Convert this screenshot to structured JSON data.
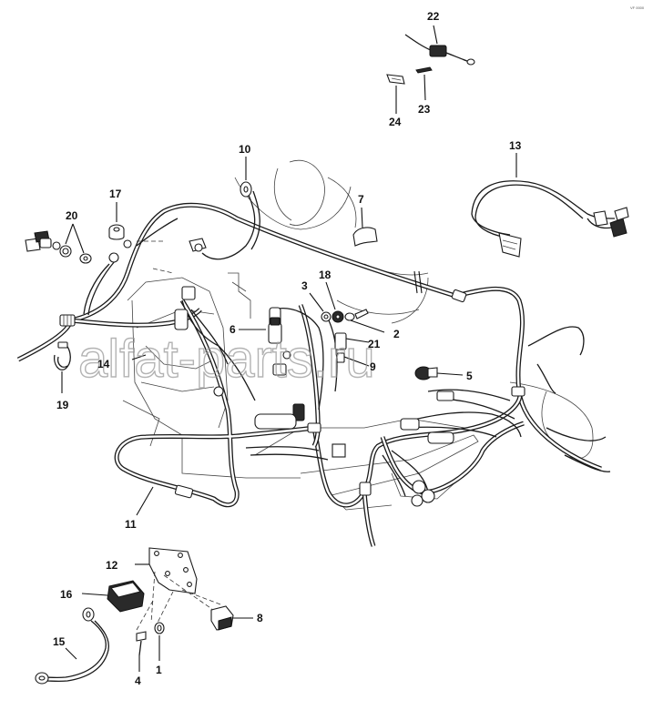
{
  "diagram": {
    "corner_code": "VF 0000",
    "watermark": "alfat-parts.ru",
    "callouts": {
      "c1": "1",
      "c2": "2",
      "c3": "3",
      "c4": "4",
      "c5": "5",
      "c6": "6",
      "c7": "7",
      "c8": "8",
      "c9": "9",
      "c10": "10",
      "c11": "11",
      "c12": "12",
      "c13": "13",
      "c14": "14",
      "c15": "15",
      "c16": "16",
      "c17": "17",
      "c18": "18",
      "c19": "19",
      "c20": "20",
      "c21": "21",
      "c22": "22",
      "c23": "23",
      "c24": "24"
    }
  }
}
